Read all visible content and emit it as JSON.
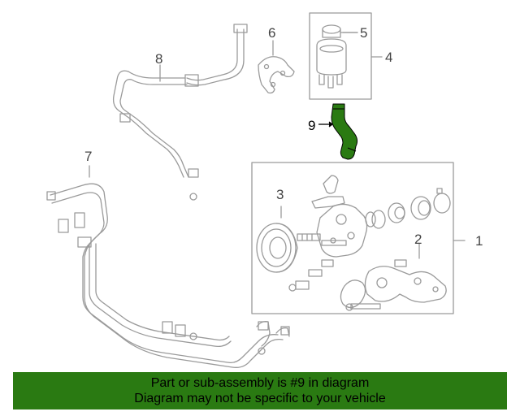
{
  "diagram": {
    "highlight_color": "#2a7a12",
    "line_color": "#9a9a9a",
    "callouts": {
      "c1": "1",
      "c2": "2",
      "c3": "3",
      "c4": "4",
      "c5": "5",
      "c6": "6",
      "c7": "7",
      "c8": "8",
      "c9": "9"
    }
  },
  "banner": {
    "line1": "Part or sub-assembly is #9 in diagram",
    "line2": "Diagram may not be specific to your vehicle",
    "background": "#2a7a12"
  }
}
